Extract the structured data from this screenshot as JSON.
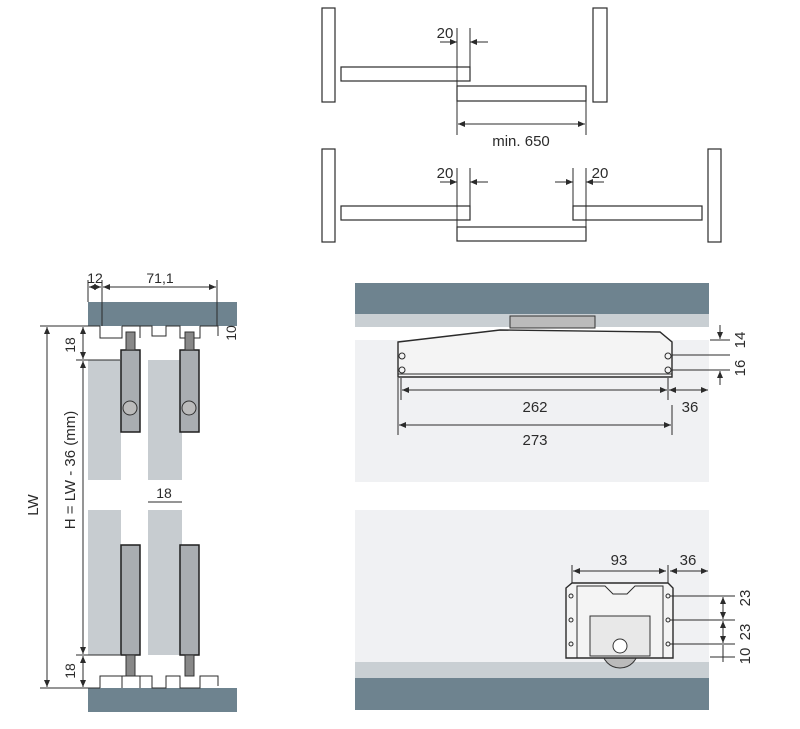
{
  "top_diagram_1": {
    "gap_label": "20",
    "min_label": "min. 650"
  },
  "top_diagram_2": {
    "gap_left_label": "20",
    "gap_right_label": "20"
  },
  "side_view": {
    "dim_12": "12",
    "dim_71": "71,1",
    "dim_10": "10",
    "dim_top_18": "18",
    "dim_bottom_18": "18",
    "dim_door_18": "18",
    "height_formula": "H = LW - 36 (mm)",
    "lw_label": "LW"
  },
  "front_view": {
    "dim_262": "262",
    "dim_273": "273",
    "dim_36": "36",
    "dim_14": "14",
    "dim_16": "16"
  },
  "bottom_view": {
    "dim_93": "93",
    "dim_36": "36",
    "dim_23a": "23",
    "dim_23b": "23",
    "dim_10": "10"
  },
  "colors": {
    "rail": "#6e838f",
    "band": "#c9cfd3",
    "background": "#f0f1f3",
    "door": "#c7ccd0"
  }
}
